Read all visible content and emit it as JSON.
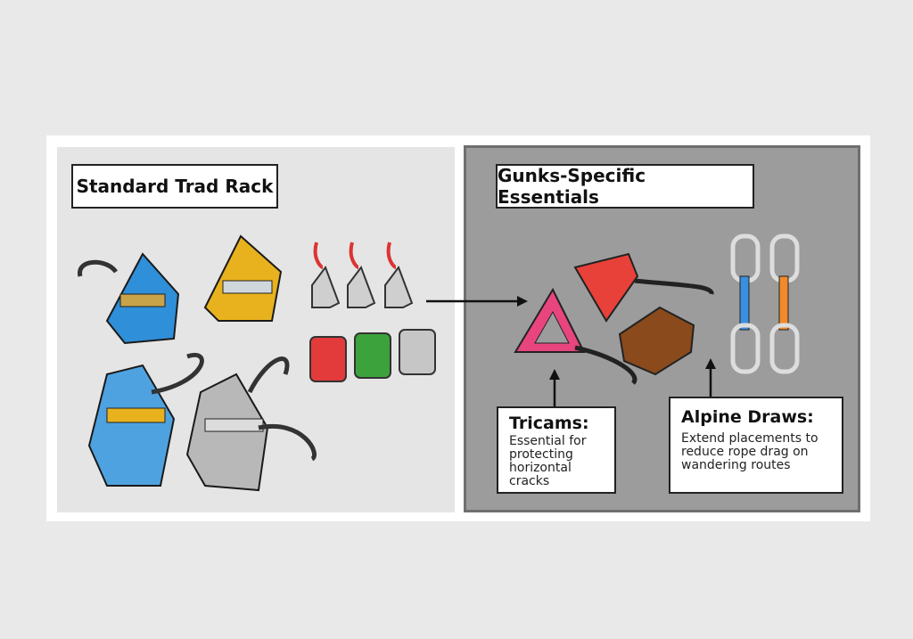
{
  "left_panel": {
    "title": "Standard Trad Rack"
  },
  "right_panel": {
    "title": "Gunks-Specific Essentials",
    "tricams": {
      "heading": "Tricams:",
      "text": "Essential for protecting horizontal cracks"
    },
    "alpine_draws": {
      "heading": "Alpine Draws:",
      "text": "Extend placements to reduce rope drag on wandering routes"
    }
  },
  "colors": {
    "cam_blue": "#2f8fd8",
    "cam_yellow": "#e8b21e",
    "cam_silver": "#b8b8b8",
    "tricam_pink": "#e8457f",
    "tricam_red": "#e8413a",
    "hex_brown": "#8a4a1c",
    "sling_blue": "#3b8fe0",
    "sling_orange": "#f08a2a"
  }
}
